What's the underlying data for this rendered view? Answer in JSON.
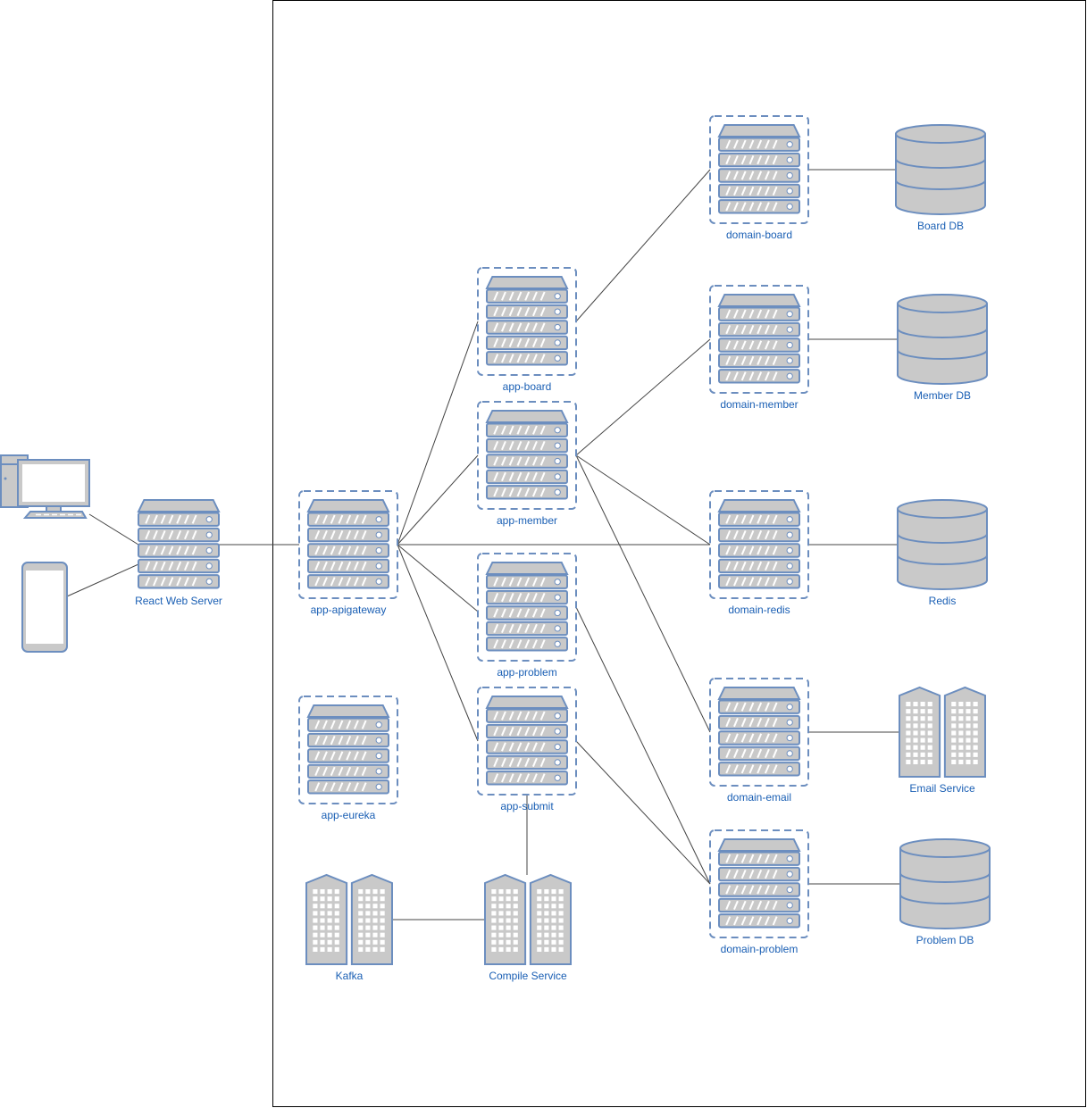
{
  "colors": {
    "icon_stroke": "#6c8ebf",
    "icon_fill": "#c9c9c9",
    "icon_light": "#ffffff",
    "label": "#1a5fb4",
    "edge": "#444444"
  },
  "nodes": [
    {
      "id": "client-desktop",
      "kind": "desktop",
      "label": ""
    },
    {
      "id": "client-mobile",
      "kind": "mobile",
      "label": ""
    },
    {
      "id": "react-web-server",
      "kind": "server",
      "label": "React Web Server"
    },
    {
      "id": "app-apigateway",
      "kind": "server-container",
      "label": "app-apigateway"
    },
    {
      "id": "app-eureka",
      "kind": "server-container",
      "label": "app-eureka"
    },
    {
      "id": "app-board",
      "kind": "server-container",
      "label": "app-board"
    },
    {
      "id": "app-member",
      "kind": "server-container",
      "label": "app-member"
    },
    {
      "id": "app-problem",
      "kind": "server-container",
      "label": "app-problem"
    },
    {
      "id": "app-submit",
      "kind": "server-container",
      "label": "app-submit"
    },
    {
      "id": "domain-board",
      "kind": "server-container",
      "label": "domain-board"
    },
    {
      "id": "domain-member",
      "kind": "server-container",
      "label": "domain-member"
    },
    {
      "id": "domain-redis",
      "kind": "server-container",
      "label": "domain-redis"
    },
    {
      "id": "domain-email",
      "kind": "server-container",
      "label": "domain-email"
    },
    {
      "id": "domain-problem",
      "kind": "server-container",
      "label": "domain-problem"
    },
    {
      "id": "board-db",
      "kind": "database",
      "label": "Board DB"
    },
    {
      "id": "member-db",
      "kind": "database",
      "label": "Member DB"
    },
    {
      "id": "redis",
      "kind": "database",
      "label": "Redis"
    },
    {
      "id": "problem-db",
      "kind": "database",
      "label": "Problem DB"
    },
    {
      "id": "email-service",
      "kind": "buildings",
      "label": "Email Service"
    },
    {
      "id": "kafka",
      "kind": "buildings",
      "label": "Kafka"
    },
    {
      "id": "compile-service",
      "kind": "buildings",
      "label": "Compile Service"
    }
  ],
  "edges": [
    [
      "client-desktop",
      "react-web-server"
    ],
    [
      "client-mobile",
      "react-web-server"
    ],
    [
      "react-web-server",
      "app-apigateway"
    ],
    [
      "app-apigateway",
      "app-board"
    ],
    [
      "app-apigateway",
      "app-member"
    ],
    [
      "app-apigateway",
      "domain-redis"
    ],
    [
      "app-apigateway",
      "app-problem"
    ],
    [
      "app-apigateway",
      "app-submit"
    ],
    [
      "app-board",
      "domain-board"
    ],
    [
      "app-member",
      "domain-member"
    ],
    [
      "app-member",
      "domain-redis"
    ],
    [
      "app-member",
      "domain-email"
    ],
    [
      "app-problem",
      "domain-problem"
    ],
    [
      "app-submit",
      "domain-problem"
    ],
    [
      "app-submit",
      "compile-service"
    ],
    [
      "kafka",
      "compile-service"
    ],
    [
      "domain-board",
      "board-db"
    ],
    [
      "domain-member",
      "member-db"
    ],
    [
      "domain-redis",
      "redis"
    ],
    [
      "domain-email",
      "email-service"
    ],
    [
      "domain-problem",
      "problem-db"
    ]
  ]
}
